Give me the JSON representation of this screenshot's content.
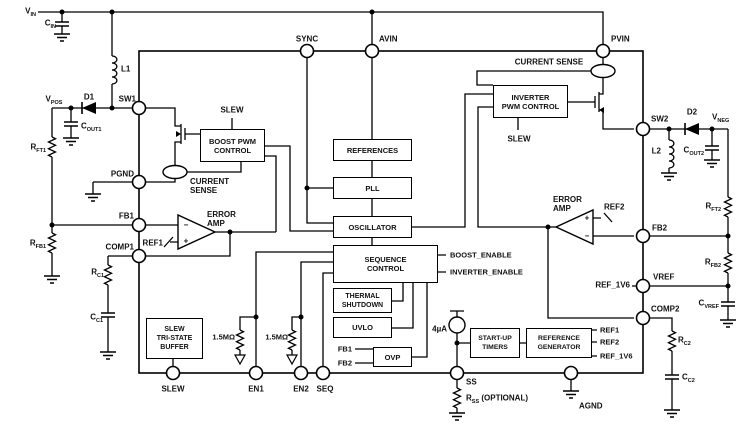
{
  "text": {
    "l1": "L1",
    "d1": "D1",
    "l2": "L2",
    "d2": "D2",
    "sync": "SYNC",
    "avin": "AVIN",
    "pvin": "PVIN",
    "sw1": "SW1",
    "pgnd": "PGND",
    "fb1": "FB1",
    "comp1": "COMP1",
    "sw2": "SW2",
    "fb2": "FB2",
    "vref": "VREF",
    "comp2": "COMP2",
    "slew": "SLEW",
    "en1": "EN1",
    "en2": "EN2",
    "seq": "SEQ",
    "ss": "SS",
    "agnd": "AGND",
    "current_sense": "CURRENT SENSE",
    "current_sense_2l": "CURRENT\nSENSE",
    "error_amp": "ERROR\nAMP",
    "ref1": "REF1",
    "ref2": "REF2",
    "ref_1v6": "REF_1V6",
    "boost_enable": "BOOST_ENABLE",
    "inverter_enable": "INVERTER_ENABLE",
    "r_1m5": "1.5MΩ",
    "i_4ua": "4µA",
    "minus": "−",
    "plus": "+"
  },
  "sub": {
    "vin": {
      "b": "V",
      "s": "IN"
    },
    "cin": {
      "b": "C",
      "s": "IN"
    },
    "vpos": {
      "b": "V",
      "s": "POS"
    },
    "cout1": {
      "b": "C",
      "s": "OUT1"
    },
    "rft1": {
      "b": "R",
      "s": "FT1"
    },
    "rfb1": {
      "b": "R",
      "s": "FB1"
    },
    "rc1": {
      "b": "R",
      "s": "C1"
    },
    "cc1": {
      "b": "C",
      "s": "C1"
    },
    "vneg": {
      "b": "V",
      "s": "NEG"
    },
    "cout2": {
      "b": "C",
      "s": "OUT2"
    },
    "rft2": {
      "b": "R",
      "s": "FT2"
    },
    "rfb2": {
      "b": "R",
      "s": "FB2"
    },
    "cvref": {
      "b": "C",
      "s": "VREF"
    },
    "rc2": {
      "b": "R",
      "s": "C2"
    },
    "cc2": {
      "b": "C",
      "s": "C2"
    },
    "rss": {
      "b": "R",
      "s": "SS",
      "x": " (OPTIONAL)"
    }
  },
  "blocks": {
    "boost_pwm": "BOOST PWM\nCONTROL",
    "references": "REFERENCES",
    "pll": "PLL",
    "oscillator": "OSCILLATOR",
    "sequence": "SEQUENCE\nCONTROL",
    "thermal": "THERMAL\nSHUTDOWN",
    "uvlo": "UVLO",
    "ovp": "OVP",
    "slew_buffer": "SLEW\nTRI-STATE\nBUFFER",
    "inverter_pwm": "INVERTER\nPWM CONTROL",
    "startup_timers": "START-UP\nTIMERS",
    "ref_generator": "REFERENCE\nGENERATOR"
  }
}
